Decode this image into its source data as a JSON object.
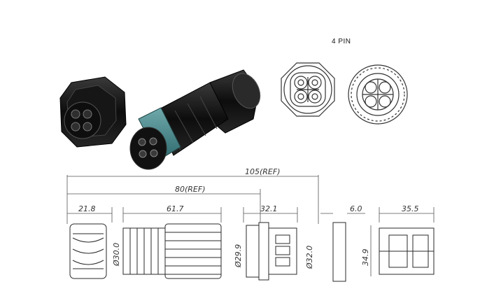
{
  "title": "4 PIN",
  "dimensions": {
    "overall": "105(REF)",
    "body": "80(REF)",
    "nut": "21.8",
    "plug": "61.7",
    "socket_len": "32.1",
    "flange_thk": "6.0",
    "panel_len": "35.5",
    "dia1": "Ø30.0",
    "dia2": "Ø29.9",
    "dia3": "Ø32.0",
    "height": "34.9"
  },
  "colors": {
    "body": "#1a1a1a",
    "teal": "#4f8f93",
    "line": "#2a2a2a",
    "dimline": "#555555"
  }
}
